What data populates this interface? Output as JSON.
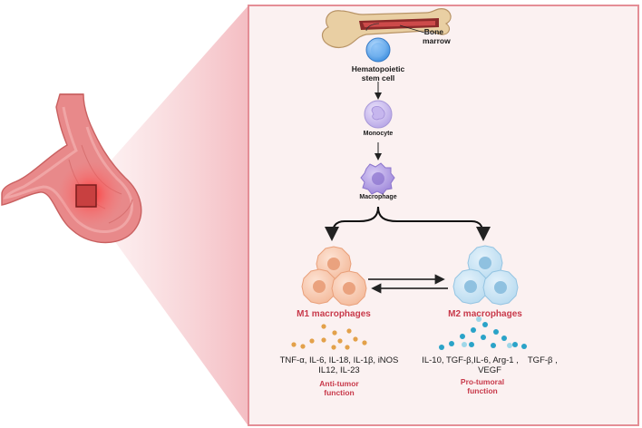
{
  "labels": {
    "bone_marrow_line1": "Bone",
    "bone_marrow_line2": "marrow",
    "stem_cell_line1": "Hematopoietic",
    "stem_cell_line2": "stem cell",
    "monocyte": "Monocyte",
    "macrophage": "Macrophage"
  },
  "m1": {
    "title": "M1 macrophages",
    "cytokines_line1": "TNF-α, IL-6, IL-18, IL-1β, iNOS",
    "cytokines_line2": "IL12, IL-23",
    "function_line1": "Anti-tumor",
    "function_line2": "function"
  },
  "m2": {
    "title": "M2 macrophages",
    "cytokines_line1a": "IL-10, TGF-β,IL-6, Arg-1 ,",
    "cytokines_line1b": "TGF-β ,",
    "cytokines_line2": "VEGF",
    "function_line1": "Pro-tumoral",
    "function_line2": "function"
  },
  "colors": {
    "panel_border": "#e48e96",
    "label_red": "#c8394a",
    "m1_cells": "#f3b797",
    "m2_cells": "#b5d9ef",
    "m1_cytokine_dots": "#e3a14a",
    "m2_cytokine_dots": "#2aa3c8",
    "stem_cell": "#3d8fe0",
    "monocyte": "#b6a5e6",
    "macrophage": "#9d86da"
  },
  "icons": [
    "stomach-illustration",
    "bone-illustration",
    "stem-cell-icon",
    "monocyte-icon",
    "macrophage-icon",
    "m1-macrophage-cluster",
    "m2-macrophage-cluster"
  ]
}
